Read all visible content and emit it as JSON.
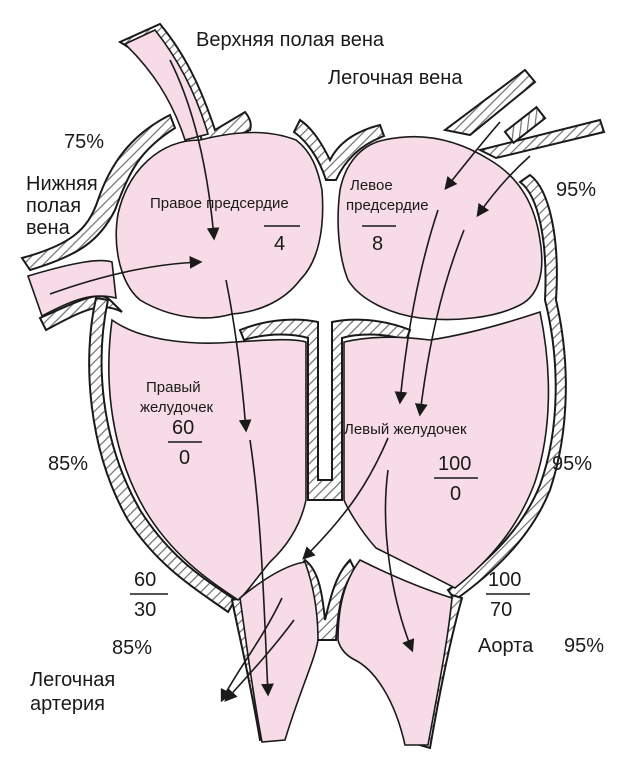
{
  "labels": {
    "svc": "Верхняя полая вена",
    "pulm_vein": "Легочная вена",
    "ivc_line1": "Нижняя",
    "ivc_line2": "полая",
    "ivc_line3": "вена",
    "right_atrium": "Правое предсердие",
    "left_atrium_line1": "Левое",
    "left_atrium_line2": "предсердие",
    "right_ventricle_line1": "Правый",
    "right_ventricle_line2": "желудочек",
    "left_ventricle": "Левый желудочек",
    "pulm_artery_line1": "Легочная",
    "pulm_artery_line2": "артерия",
    "aorta": "Аорта"
  },
  "pressures": {
    "right_atrium": {
      "num": "",
      "den": "4"
    },
    "left_atrium": {
      "num": "",
      "den": "8"
    },
    "right_ventricle": {
      "num": "60",
      "den": "0"
    },
    "left_ventricle": {
      "num": "100",
      "den": "0"
    },
    "pulm_artery": {
      "num": "60",
      "den": "30"
    },
    "aorta": {
      "num": "100",
      "den": "70"
    }
  },
  "saturations": {
    "svc": "75%",
    "pulm_vein": "95%",
    "right_ventricle": "85%",
    "left_ventricle": "95%",
    "pulm_artery": "85%",
    "aorta": "95%"
  },
  "colors": {
    "chamber_fill": "#f7dbe6",
    "wall_hatch": "#7a7a7a",
    "outline": "#1a1a1a",
    "arrow": "#1a1a1a"
  }
}
